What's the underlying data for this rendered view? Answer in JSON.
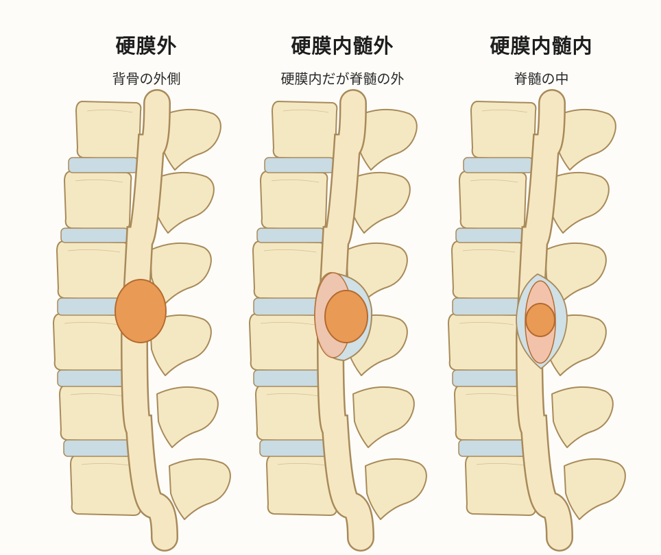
{
  "colors": {
    "background": "#fdfcf8",
    "bone_fill": "#f4e8c2",
    "bone_outline": "#a88a5a",
    "disc_fill": "#c9dbe3",
    "cord_fill": "#f6e7c3",
    "dura_fill": "#cfe0e6",
    "tumor_fill": "#e99a55",
    "tumor_outline": "#b36a2e",
    "tumor_pale": "#f2c3aa"
  },
  "panels": [
    {
      "id": "extradural",
      "title": "硬膜外",
      "subtitle": "背骨の外側",
      "tumor_type": "extradural"
    },
    {
      "id": "intradural-extramedullary",
      "title": "硬膜内髄外",
      "subtitle": "硬膜内だが脊髄の外",
      "tumor_type": "intradural_extramedullary"
    },
    {
      "id": "intramedullary",
      "title": "硬膜内髄内",
      "subtitle": "脊髄の中",
      "tumor_type": "intramedullary"
    }
  ]
}
